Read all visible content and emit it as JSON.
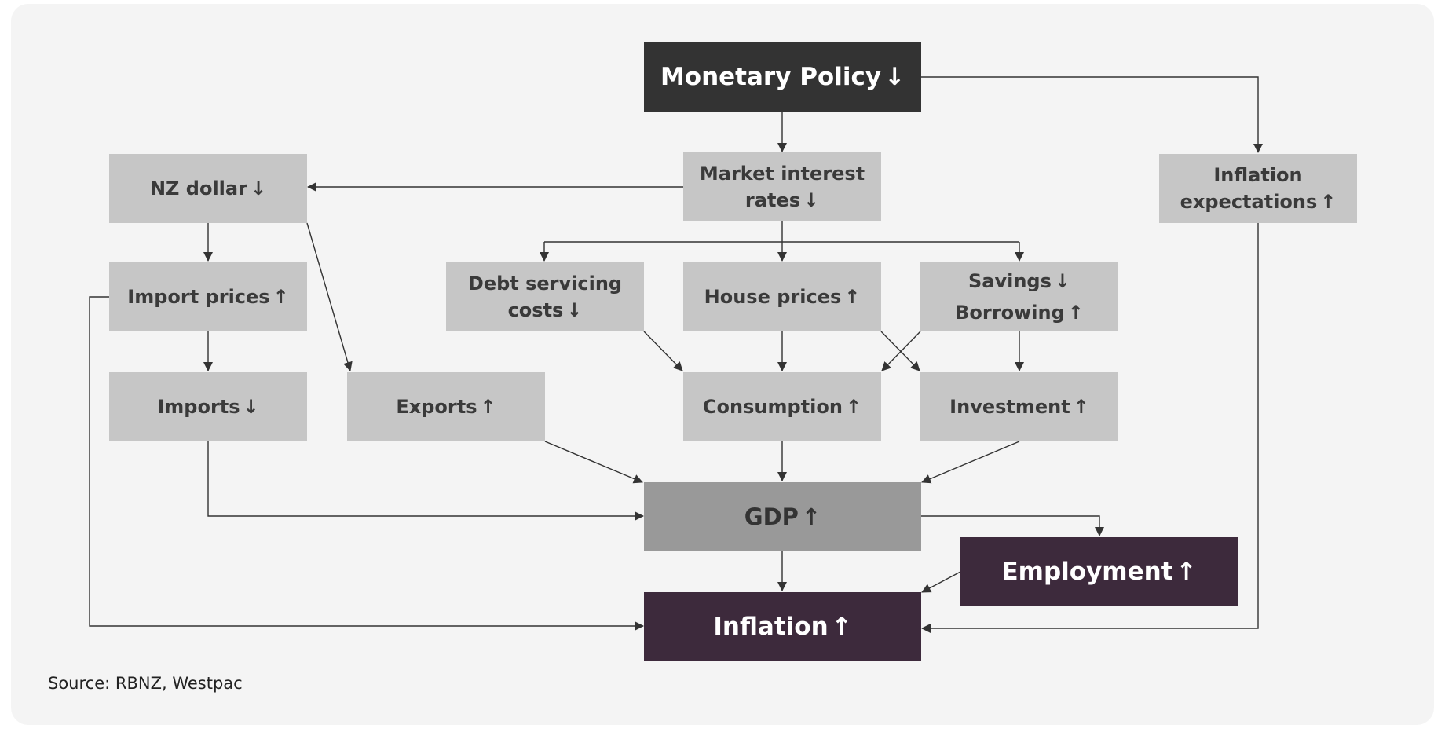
{
  "diagram": {
    "monetary_policy": {
      "label": "Monetary Policy",
      "arrow": "↓"
    },
    "market_rates": {
      "label_1": "Market interest",
      "label_2": "rates",
      "arrow": "↓"
    },
    "inflation_expectations": {
      "label_1": "Inflation",
      "label_2": "expectations",
      "arrow": "↑"
    },
    "nz_dollar": {
      "label": "NZ dollar",
      "arrow": "↓"
    },
    "import_prices": {
      "label": "Import prices",
      "arrow": "↑"
    },
    "imports": {
      "label": "Imports",
      "arrow": "↓"
    },
    "exports": {
      "label": "Exports",
      "arrow": "↑"
    },
    "debt_servicing": {
      "label_1": "Debt servicing",
      "label_2": "costs",
      "arrow": "↓"
    },
    "house_prices": {
      "label": "House prices",
      "arrow": "↑"
    },
    "savings_borrowing": {
      "label_1": "Savings",
      "arrow_1": "↓",
      "label_2": "Borrowing",
      "arrow_2": "↑"
    },
    "consumption": {
      "label": "Consumption",
      "arrow": "↑"
    },
    "investment": {
      "label": "Investment",
      "arrow": "↑"
    },
    "gdp": {
      "label": "GDP",
      "arrow": "↑"
    },
    "employment": {
      "label": "Employment",
      "arrow": "↑"
    },
    "inflation": {
      "label": "Inflation",
      "arrow": "↑"
    }
  },
  "colors": {
    "background": "#f4f4f4",
    "box_gray": "#c6c6c6",
    "box_gdp": "#999999",
    "box_dark": "#333333",
    "box_plum": "#3d2a3c",
    "line": "#333333"
  },
  "source": "Source: RBNZ, Westpac"
}
